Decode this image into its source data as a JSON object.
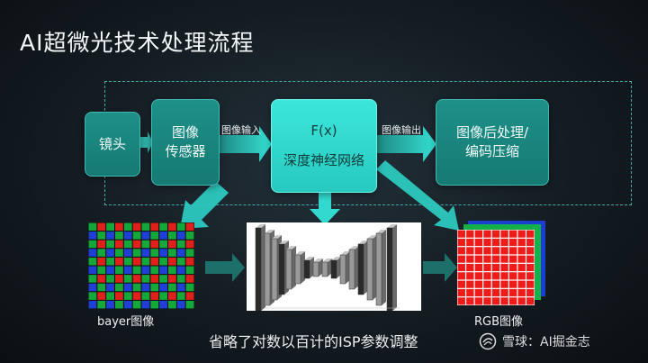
{
  "title": "AI超微光技术处理流程",
  "boxes": {
    "lens": "镜头",
    "sensor": "图像\n传感器",
    "nn_formula": "F(x)",
    "nn_label": "深度神经网络",
    "post": "图像后处理/\n编码压缩"
  },
  "edge_labels": {
    "image_input": "图像输入",
    "image_output": "图像输出"
  },
  "captions": {
    "bayer": "bayer图像",
    "rgb": "RGB图像"
  },
  "footnote": "省略了对数以百计的ISP参数调整",
  "watermark": "雪球：AI掘金志",
  "colors": {
    "box_teal": "#1a8880",
    "nn_cyan": "#31d9cf",
    "arrow_cyan": "#2fd4c9",
    "bayer_red": "#e0201a",
    "bayer_green": "#14a83a",
    "bayer_blue": "#1f3fd6",
    "rgb_red": "#ee1b1b",
    "rgb_green": "#14b04a",
    "rgb_blue": "#1a3fd0"
  }
}
